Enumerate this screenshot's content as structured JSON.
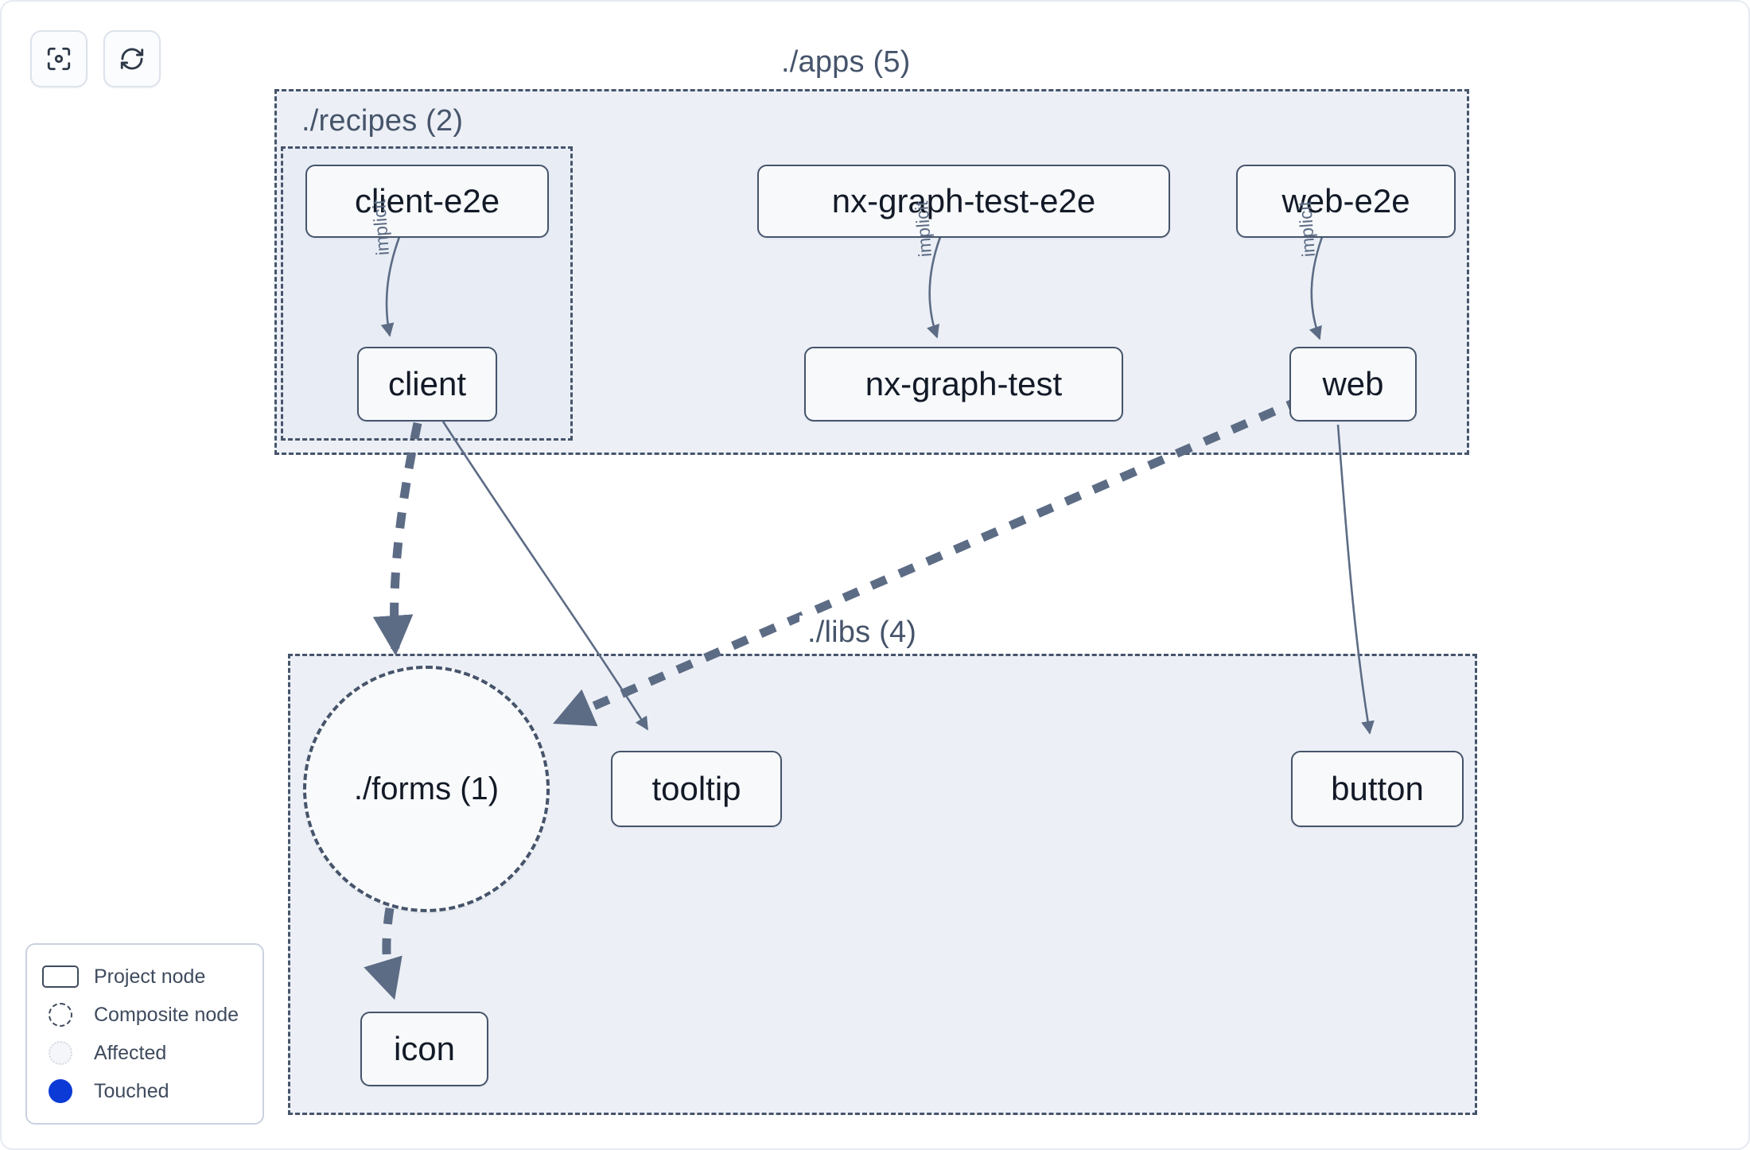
{
  "toolbar": {
    "buttons": [
      {
        "name": "focus-graph-button",
        "icon": "focus-target-icon",
        "title": "Focus graph"
      },
      {
        "name": "refresh-graph-button",
        "icon": "refresh-icon",
        "title": "Refresh graph"
      }
    ]
  },
  "graph": {
    "groups": [
      {
        "id": "apps",
        "label": "./apps (5)",
        "count": 5
      },
      {
        "id": "recipes",
        "label": "./recipes (2)",
        "count": 2
      },
      {
        "id": "libs",
        "label": "./libs (4)",
        "count": 4
      }
    ],
    "nodes": [
      {
        "id": "client-e2e",
        "label": "client-e2e",
        "type": "project",
        "group": "recipes"
      },
      {
        "id": "client",
        "label": "client",
        "type": "project",
        "group": "recipes"
      },
      {
        "id": "nx-graph-test-e2e",
        "label": "nx-graph-test-e2e",
        "type": "project",
        "group": "apps"
      },
      {
        "id": "nx-graph-test",
        "label": "nx-graph-test",
        "type": "project",
        "group": "apps"
      },
      {
        "id": "web-e2e",
        "label": "web-e2e",
        "type": "project",
        "group": "apps"
      },
      {
        "id": "web",
        "label": "web",
        "type": "project",
        "group": "apps"
      },
      {
        "id": "forms",
        "label": "./forms (1)",
        "type": "composite",
        "group": "libs"
      },
      {
        "id": "tooltip",
        "label": "tooltip",
        "type": "project",
        "group": "libs"
      },
      {
        "id": "button",
        "label": "button",
        "type": "project",
        "group": "libs"
      },
      {
        "id": "icon",
        "label": "icon",
        "type": "project",
        "group": "libs"
      }
    ],
    "edges": [
      {
        "from": "client-e2e",
        "to": "client",
        "label": "implicit",
        "style": "solid"
      },
      {
        "from": "nx-graph-test-e2e",
        "to": "nx-graph-test",
        "label": "implicit",
        "style": "solid"
      },
      {
        "from": "web-e2e",
        "to": "web",
        "label": "implicit",
        "style": "solid"
      },
      {
        "from": "client",
        "to": "forms",
        "label": "",
        "style": "dashed"
      },
      {
        "from": "client",
        "to": "tooltip",
        "label": "",
        "style": "solid"
      },
      {
        "from": "web",
        "to": "forms",
        "label": "",
        "style": "dashed"
      },
      {
        "from": "web",
        "to": "button",
        "label": "",
        "style": "solid"
      },
      {
        "from": "forms",
        "to": "icon",
        "label": "",
        "style": "dashed"
      }
    ]
  },
  "legend": {
    "items": [
      {
        "label": "Project node",
        "swatch": "rect-outline"
      },
      {
        "label": "Composite node",
        "swatch": "circle-dashed"
      },
      {
        "label": "Affected",
        "swatch": "circle-dotted-light"
      },
      {
        "label": "Touched",
        "swatch": "circle-solid-blue"
      }
    ]
  },
  "colors": {
    "group_fill": "#ecf0f6",
    "node_fill": "#f7f9fb",
    "stroke": "#46546b",
    "text": "#131a27",
    "touched": "#0b3ad6",
    "canvas": "#ffffff"
  }
}
